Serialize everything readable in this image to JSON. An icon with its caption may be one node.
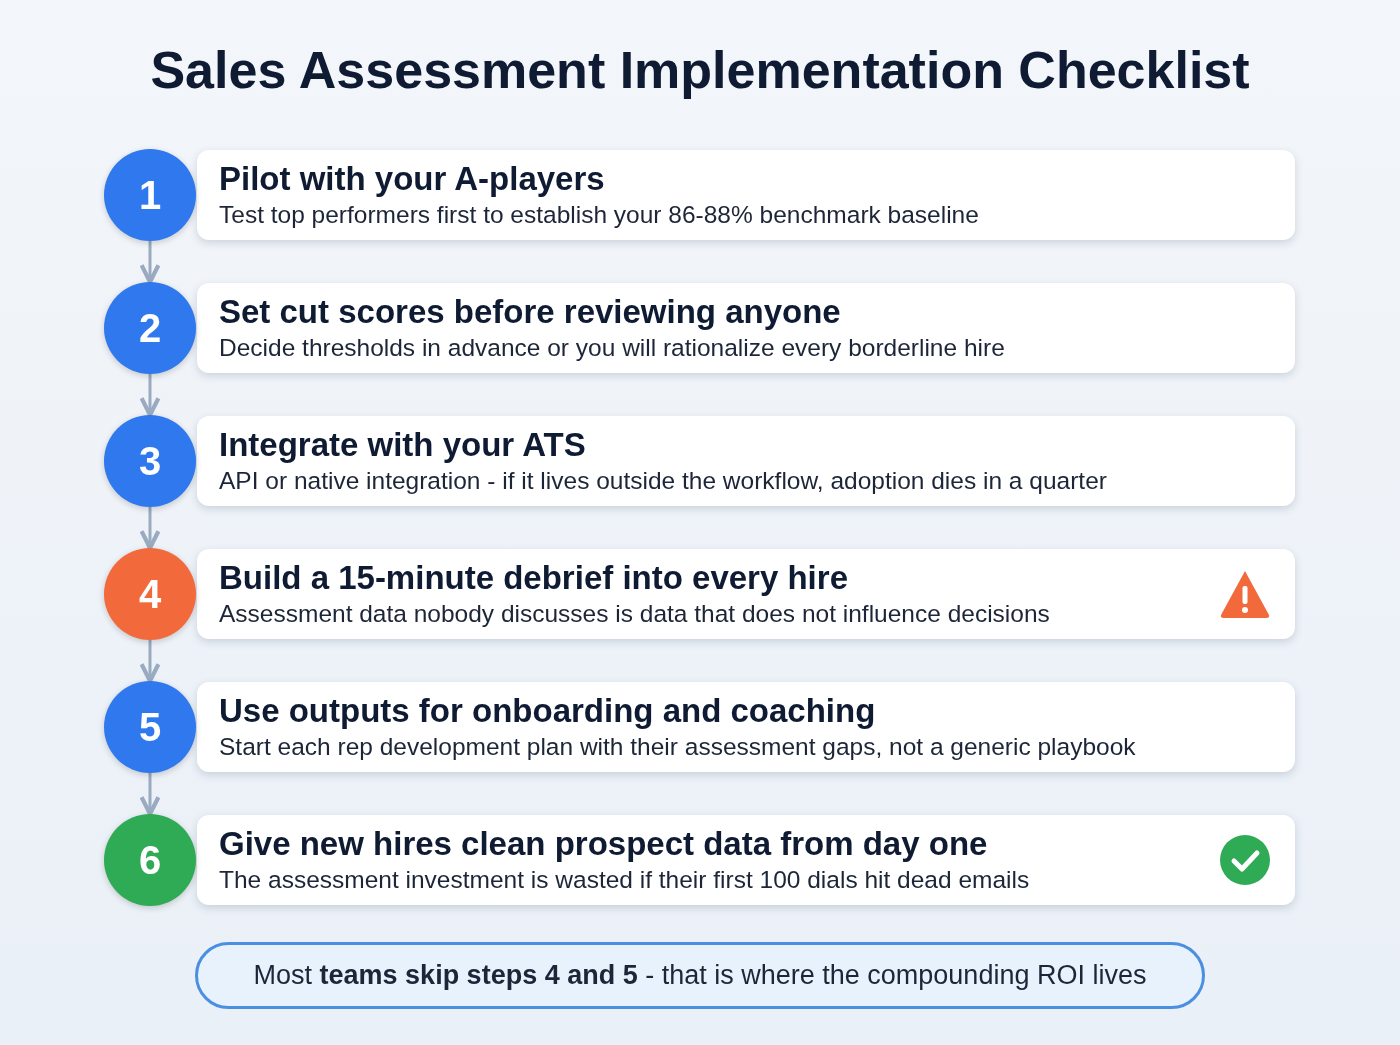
{
  "diagram": {
    "title": "Sales Assessment Implementation Checklist",
    "nodes": [
      {
        "text": [
          "1"
        ]
      },
      {
        "text": [
          "Pilot with your A-players",
          "Test top performers first to establish your 86-88% benchmark baseline"
        ]
      },
      {
        "text": [
          "2"
        ]
      },
      {
        "text": [
          "Set cut scores before reviewing anyone",
          "Decide thresholds in advance or you will rationalize every borderline hire"
        ]
      },
      {
        "text": [
          "3"
        ]
      },
      {
        "text": [
          "Integrate with your ATS",
          "API or native integration - if it lives outside the workflow, adoption dies in a quarter"
        ]
      },
      {
        "text": [
          "4"
        ]
      },
      {
        "text": [
          "Build a 15-minute debrief into every hire",
          "Assessment data nobody discusses is data that does not influence decisions"
        ]
      },
      {
        "text": [
          "5"
        ]
      },
      {
        "text": [
          "Use outputs for onboarding and coaching",
          "Start each rep development plan with their assessment gaps, not a generic playbook"
        ]
      },
      {
        "text": [
          "6"
        ]
      },
      {
        "text": [
          "Give new hires clean prospect data from day one",
          "The assessment investment is wasted if their first 100 dials hit dead emails"
        ]
      },
      {
        "text": [
          "Most **teams skip steps 4 and 5** - that is where the compounding ROI lives"
        ]
      }
    ],
    "edges": [
      {
        "from": 0,
        "to": 2,
        "arrow": "to"
      },
      {
        "from": 2,
        "to": 4,
        "arrow": "to"
      },
      {
        "from": 4,
        "to": 6,
        "arrow": "to"
      },
      {
        "from": 6,
        "to": 8,
        "arrow": "to"
      },
      {
        "from": 8,
        "to": 10,
        "arrow": "to"
      }
    ]
  }
}
